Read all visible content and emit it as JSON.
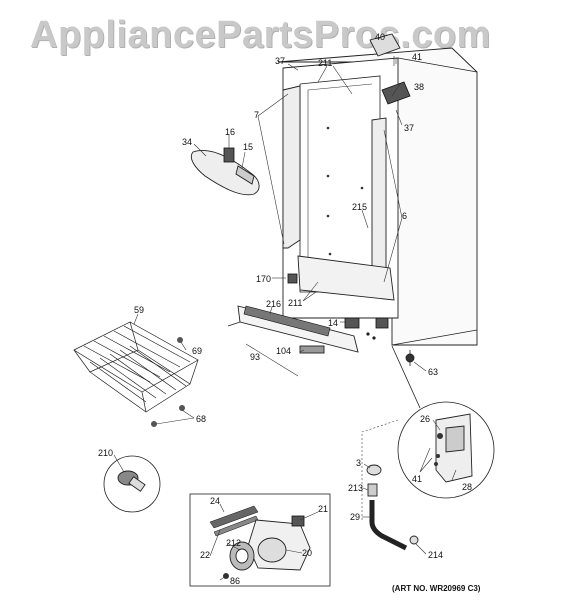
{
  "watermark": "AppliancePartsPros.com",
  "art_number": "(ART NO. WR20969 C3)",
  "labels": {
    "p40": "40",
    "p41a": "41",
    "p38": "38",
    "p37a": "37",
    "p37b": "37",
    "p211a": "211",
    "p211b": "211",
    "p7": "7",
    "p34": "34",
    "p16": "16",
    "p15": "15",
    "p215": "215",
    "p6": "6",
    "p170": "170",
    "p216": "216",
    "p59": "59",
    "p14": "14",
    "p69": "69",
    "p93": "93",
    "p104": "104",
    "p63": "63",
    "p68": "68",
    "p26": "26",
    "p210": "210",
    "p3": "3",
    "p41b": "41",
    "p28": "28",
    "p213": "213",
    "p24": "24",
    "p21": "21",
    "p29": "29",
    "p212": "212",
    "p22": "22",
    "p20": "20",
    "p86": "86",
    "p214": "214"
  }
}
